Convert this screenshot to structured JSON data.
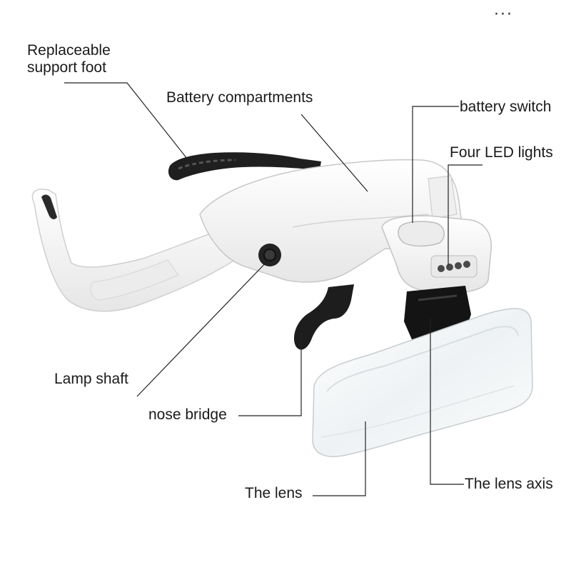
{
  "toolbar": {
    "more_glyph": "···"
  },
  "labels": {
    "support_foot": "Replaceable\nsupport foot",
    "battery_compartments": "Battery compartments",
    "battery_switch": "battery switch",
    "led_lights": "Four LED lights",
    "lamp_shaft": "Lamp shaft",
    "nose_bridge": "nose bridge",
    "lens": "The lens",
    "lens_axis": "The lens axis"
  },
  "colors": {
    "body": "#f4f4f4",
    "outline": "#c9c9c9",
    "rubber": "#1f1f1f",
    "leader": "#222222",
    "lens": "#f7f9fa"
  }
}
